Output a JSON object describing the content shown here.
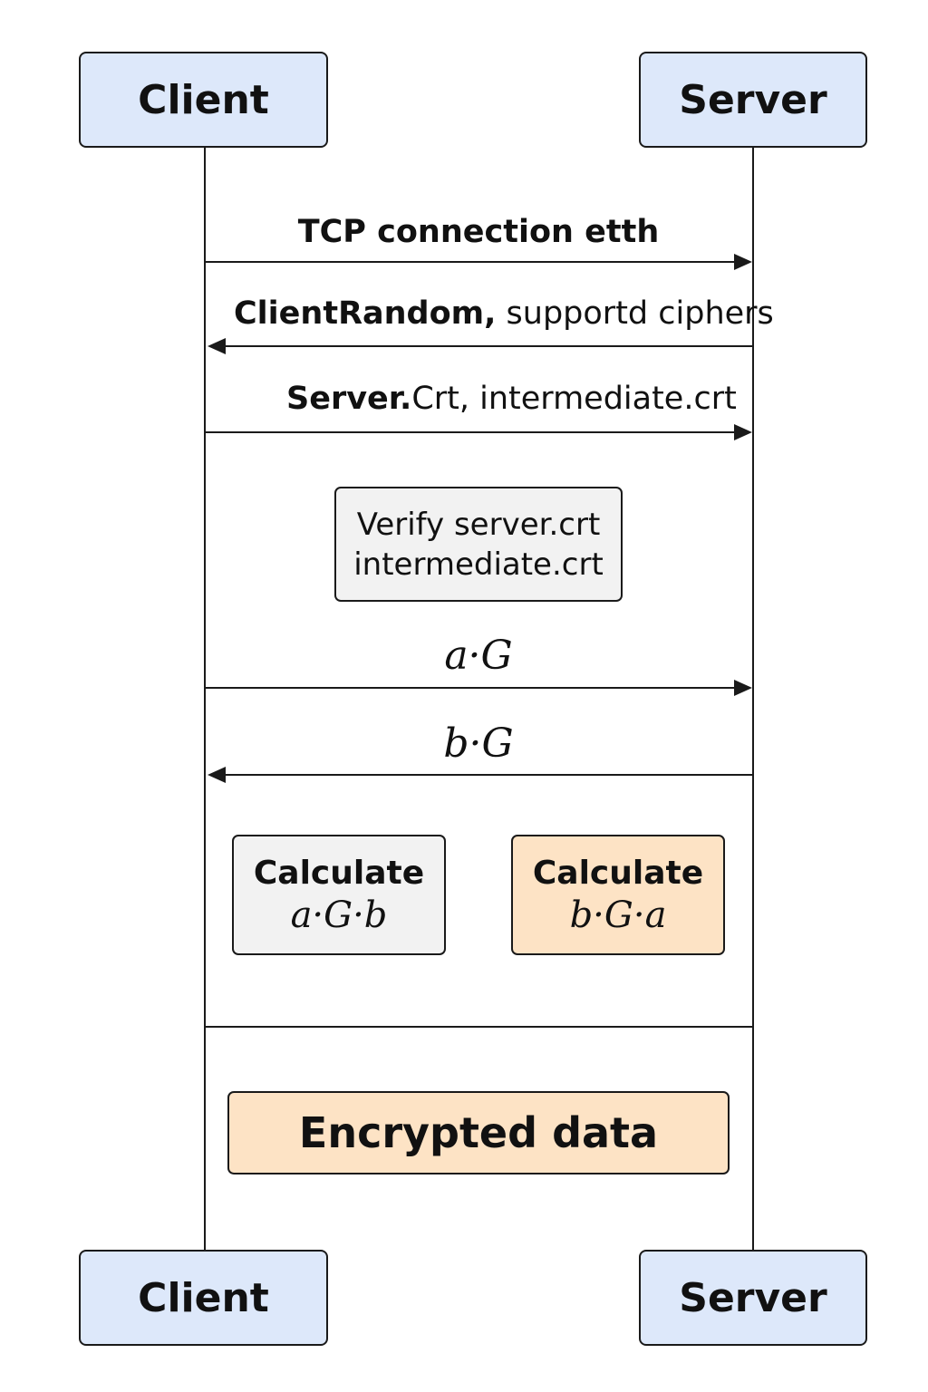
{
  "actors": {
    "client_top": "Client",
    "server_top": "Server",
    "client_bottom": "Client",
    "server_bottom": "Server"
  },
  "messages": [
    {
      "bold": "TCP connection etth",
      "normal": "",
      "direction": "client-to-server"
    },
    {
      "bold": "ClientRandom,",
      "normal": " supportd ciphers",
      "direction": "server-to-client"
    },
    {
      "bold": "Server.",
      "normal": "Crt, intermediate.crt",
      "direction": "client-to-server"
    },
    {
      "math": "a·G",
      "direction": "client-to-server"
    },
    {
      "math": "b·G",
      "direction": "server-to-client"
    }
  ],
  "verify_box": {
    "line1": "Verify server.crt",
    "line2": "intermediate.crt"
  },
  "calc_client": {
    "title": "Calculate",
    "expr": "a·G·b"
  },
  "calc_server": {
    "title": "Calculate",
    "expr": "b·G·a"
  },
  "encrypted": {
    "label": "Encrypted data"
  },
  "colors": {
    "actor_fill": "#dde8fa",
    "grey_box_fill": "#f2f2f2",
    "orange_box_fill": "#fde3c5",
    "line": "#1a1a1a"
  }
}
